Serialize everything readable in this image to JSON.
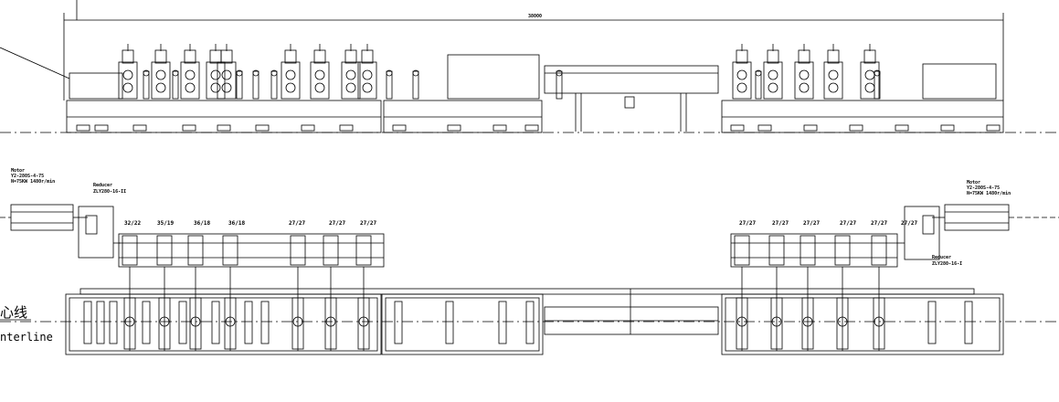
{
  "dimension": {
    "overall": "38000"
  },
  "left_drive": {
    "motor_label": "Motor",
    "motor_spec_1": "Y2-280S-4-75",
    "motor_spec_2": "N=75KW 1480r/min",
    "reducer_label": "Reducer",
    "reducer_spec": "ZLY280-16-II"
  },
  "right_drive": {
    "motor_label": "Motor",
    "motor_spec_1": "Y2-280S-4-75",
    "motor_spec_2": "N=75KW 1480r/min",
    "reducer_label": "Reducer",
    "reducer_spec": "ZLY280-16-I"
  },
  "stand_ratios_left": [
    "32/22",
    "35/19",
    "36/18",
    "36/18",
    "27/27",
    "27/27",
    "27/27"
  ],
  "stand_ratios_right": [
    "27/27",
    "27/27",
    "27/27",
    "27/27",
    "27/27",
    "27/27"
  ],
  "centerline": {
    "cn_text": "心线",
    "en_text": "nterline"
  },
  "colors": {
    "line": "#000000",
    "background": "#ffffff"
  }
}
